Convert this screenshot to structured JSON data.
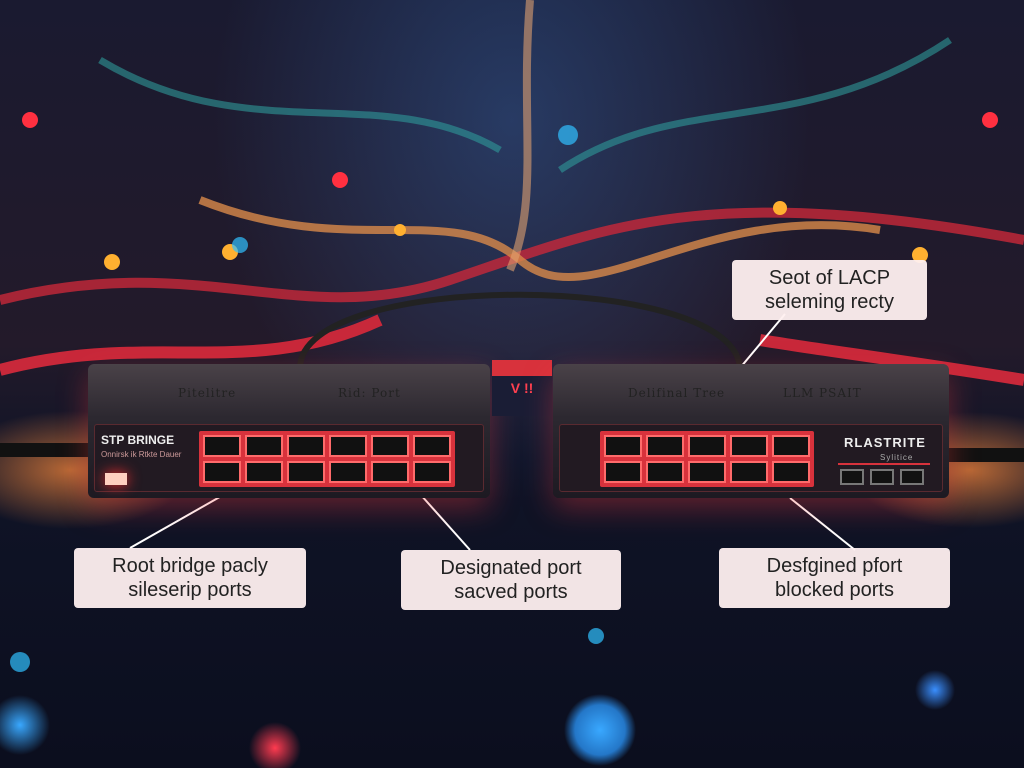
{
  "switches": [
    {
      "top_labels": [
        "Pitelitre",
        "Rid: Port"
      ],
      "brand": "STP BRINGE",
      "subtitle": "Onnirsk ik Rtkte Dauer"
    },
    {
      "top_labels": [
        "Delifinal Tree",
        "LLM PSAIT"
      ],
      "brand": "RLASTRITE",
      "subtitle": "Sylitice"
    }
  ],
  "center_badge": "V !!",
  "callouts": {
    "lacp": [
      "Seot of LACP",
      "seleming recty"
    ],
    "root": [
      "Root bridge pacly",
      "sileserip ports"
    ],
    "designated": [
      "Designated port",
      "sacved ports"
    ],
    "blocked": [
      "Desfgined pfort",
      "blocked ports"
    ]
  }
}
